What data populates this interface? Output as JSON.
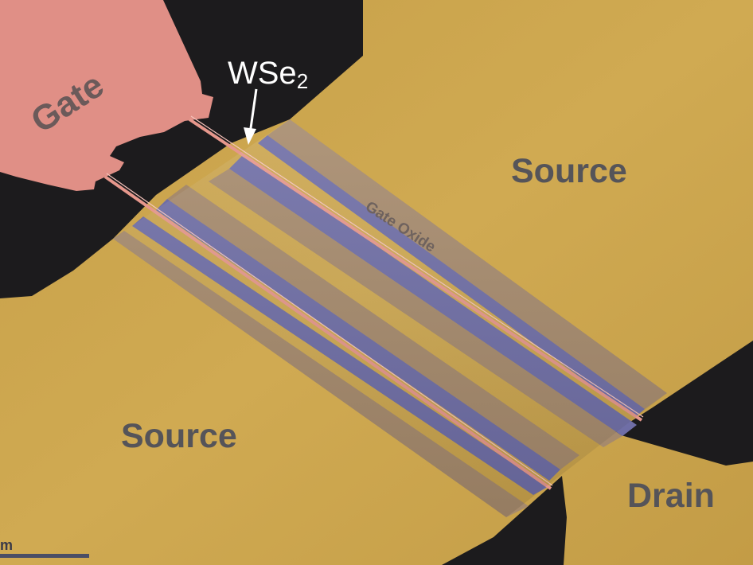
{
  "labels": {
    "gate": "Gate",
    "wse2_base": "WSe",
    "wse2_sub": "2",
    "source_top": "Source",
    "source_bottom": "Source",
    "drain": "Drain",
    "gate_oxide": "Gate Oxide",
    "scale": "m"
  },
  "colors": {
    "gold_metal": "#c9a24a",
    "substrate_dark": "#1c1b1d",
    "gate_pink": "#e08f86",
    "oxide_brown": "#a68a6c",
    "channel_blue": "#6f6ea6",
    "wse2_pink": "#e6978c",
    "label_gray": "#555459"
  }
}
